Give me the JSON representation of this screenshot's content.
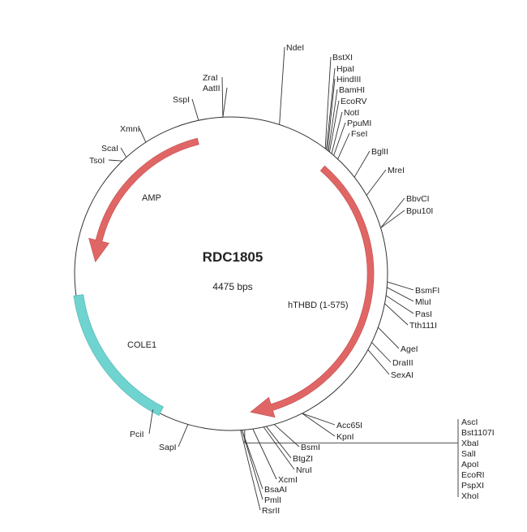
{
  "plasmid": {
    "name": "RDC1805",
    "length": "4475 bps"
  },
  "features": [
    {
      "name": "AMP",
      "color": "#e06666"
    },
    {
      "name": "hTHBD (1-575)",
      "color": "#e06666"
    },
    {
      "name": "COLE1",
      "color": "#6fd3d0"
    }
  ],
  "sites": {
    "NdeI": "NdeI",
    "BstXI": "BstXI",
    "HpaI": "HpaI",
    "HindIII": "HindIII",
    "BamHI": "BamHI",
    "EcoRV": "EcoRV",
    "NotI": "NotI",
    "PpuMI": "PpuMI",
    "FseI": "FseI",
    "BglII": "BglII",
    "MreI": "MreI",
    "BbvCI": "BbvCI",
    "Bpu10I": "Bpu10I",
    "BsmFI": "BsmFI",
    "MluI": "MluI",
    "PasI": "PasI",
    "Tth111I": "Tth111I",
    "AgeI": "AgeI",
    "DraIII": "DraIII",
    "SexAI": "SexAI",
    "Acc65I": "Acc65I",
    "KpnI": "KpnI",
    "AscI": "AscI",
    "Bst1107I": "Bst1107I",
    "XbaI": "XbaI",
    "SalI": "SalI",
    "ApoI": "ApoI",
    "EcoRI": "EcoRI",
    "PspXI": "PspXI",
    "XhoI": "XhoI",
    "BsmI": "BsmI",
    "BtgZI": "BtgZI",
    "NruI": "NruI",
    "XcmI": "XcmI",
    "BsaAI": "BsaAI",
    "PmlI": "PmlI",
    "RsrII": "RsrII",
    "PciI": "PciI",
    "SapI": "SapI",
    "ZraI": "ZraI",
    "AatII": "AatII",
    "SspI": "SspI",
    "XmnI": "XmnI",
    "ScaI": "ScaI",
    "TsoI": "TsoI"
  }
}
